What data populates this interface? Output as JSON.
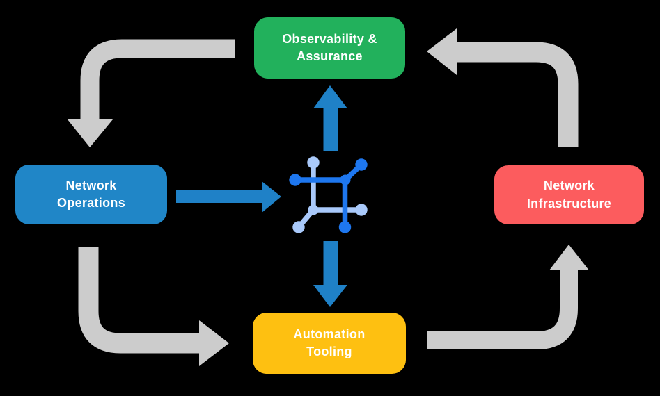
{
  "nodes": {
    "observability": {
      "label": "Observability &\nAssurance",
      "color": "#22b15c"
    },
    "operations": {
      "label": "Network\nOperations",
      "color": "#2086c7"
    },
    "infrastructure": {
      "label": "Network\nInfrastructure",
      "color": "#fc5c5e"
    },
    "automation": {
      "label": "Automation\nTooling",
      "color": "#fec011"
    }
  },
  "colors": {
    "background": "#000000",
    "arrow_gray": "#cccccc",
    "arrow_blue": "#1f81c7",
    "icon_dark": "#1e77ef",
    "icon_light": "#a9c9fa",
    "label_text": "#ffffff"
  },
  "flows": {
    "gray_cycle": [
      "observability-to-operations",
      "operations-to-automation",
      "automation-to-infrastructure",
      "infrastructure-to-observability"
    ],
    "blue_hub": [
      "operations-to-center",
      "center-to-observability",
      "center-to-automation"
    ]
  },
  "center_icon": "network-hub-icon"
}
